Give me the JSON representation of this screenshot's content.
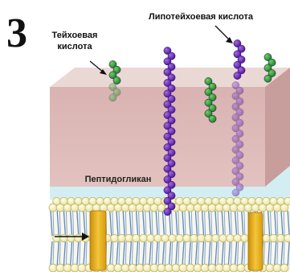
{
  "panel_number": "3",
  "labels": {
    "teichoic_acid": "Тейхоевая кислота",
    "lipoteichoic_acid": "Липотейхоевая кислота",
    "peptidoglycan": "Пептидогликан"
  },
  "colors": {
    "peptidoglycan_face": "#dcb8b6",
    "peptidoglycan_top": "#e9d6d3",
    "peptidoglycan_side": "#c9a09f",
    "teichoic_acid": "#2f9a2f",
    "lipoteichoic_acid": "#6a22b8",
    "lipid_head": "#f3efc0",
    "lipid_tail": "#5f86b4",
    "membrane_protein": "#e8b51a",
    "periplasm": "#cdeaf0"
  }
}
